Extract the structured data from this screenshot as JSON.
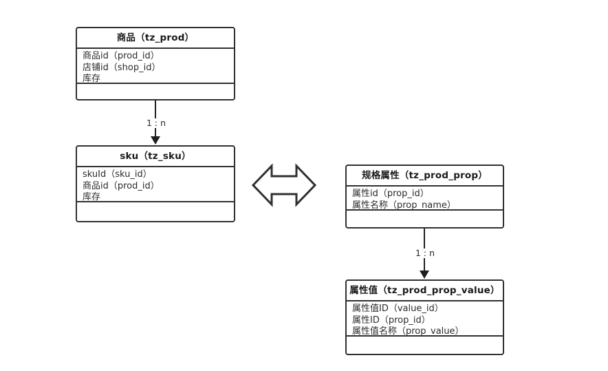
{
  "diagram": {
    "type": "er-diagram",
    "stroke_color": "#303030",
    "text_color": "#262626",
    "background": "#ffffff"
  },
  "entities": [
    {
      "id": "prod",
      "title": "商品（tz_prod）",
      "attributes": [
        "商品id（prod_id）",
        "店铺id（shop_id）",
        "库存"
      ],
      "methods": []
    },
    {
      "id": "sku",
      "title": "sku（tz_sku）",
      "attributes": [
        "skuId（sku_id）",
        "商品id（prod_id）",
        "库存"
      ],
      "methods": []
    },
    {
      "id": "prod_prop",
      "title": "规格属性（tz_prod_prop）",
      "attributes": [
        "属性id（prop_id）",
        "属性名称（prop_name）"
      ],
      "methods": []
    },
    {
      "id": "prod_prop_value",
      "title": "属性值（tz_prod_prop_value）",
      "attributes": [
        "属性值ID（value_id）",
        "属性ID（prop_id）",
        "属性值名称（prop_value）"
      ],
      "methods": []
    }
  ],
  "connectors": [
    {
      "id": "prod-to-sku",
      "from": "prod",
      "to": "sku",
      "label": "1 : n",
      "arrow": "down"
    },
    {
      "id": "prop-to-prop-value",
      "from": "prod_prop",
      "to": "prod_prop_value",
      "label": "1 : n",
      "arrow": "down"
    }
  ],
  "association": {
    "id": "sku-prop-association",
    "icon": "double-headed-arrow",
    "label": ""
  }
}
